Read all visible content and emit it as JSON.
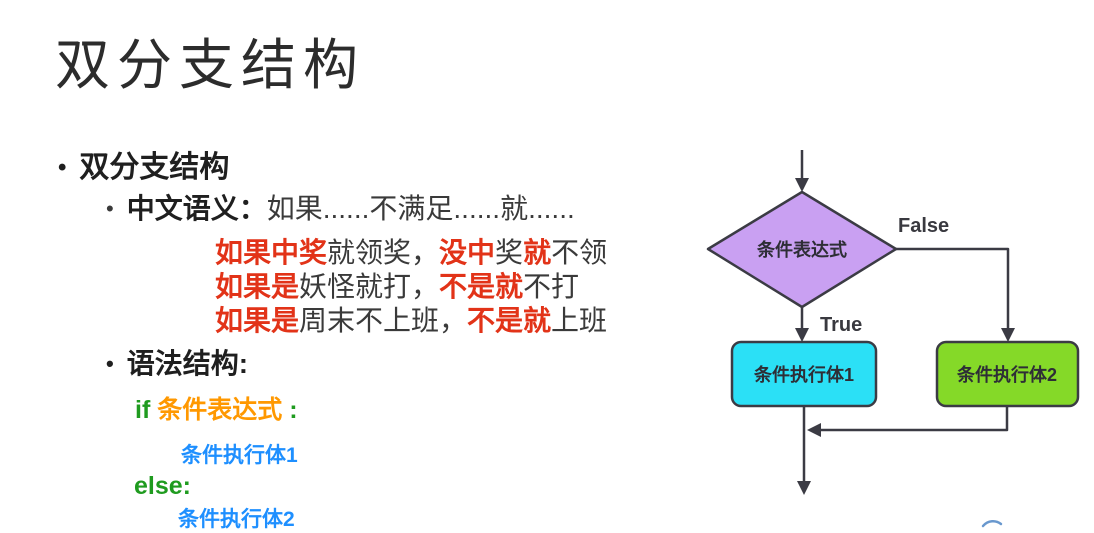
{
  "colors": {
    "title_text": "#2c2c2c",
    "body_text": "#3a3a3a",
    "emphasis_red": "#e23318",
    "keyword_green": "#1f9b1f",
    "condition_orange": "#ff9800",
    "exec_blue": "#1e8fff",
    "diamond_fill": "#c9a0f2",
    "box1_fill": "#2be0f6",
    "box2_fill": "#85d928",
    "flow_line": "#3b3b44",
    "flow_text": "#39393f",
    "watermark_blue": "#4f86c6"
  },
  "header": {
    "title": "双分支结构"
  },
  "outline": {
    "bullet_glyph": "•",
    "item1": "双分支结构",
    "item2": {
      "label": "中文语义：",
      "text": "如果......不满足......就......"
    },
    "examples": [
      {
        "segments": [
          {
            "text": "如果中奖"
          },
          {
            "text": "就领奖，"
          },
          {
            "text": "没中"
          },
          {
            "text": "奖"
          },
          {
            "text": "就"
          },
          {
            "text": "不领"
          }
        ]
      },
      {
        "segments": [
          {
            "text": "如果是"
          },
          {
            "text": "妖怪就打，"
          },
          {
            "text": "不是就"
          },
          {
            "text": "不打"
          }
        ]
      },
      {
        "segments": [
          {
            "text": "如果是"
          },
          {
            "text": "周末不上班，"
          },
          {
            "text": "不是就"
          },
          {
            "text": "上班"
          }
        ]
      }
    ],
    "item3": "语法结构:"
  },
  "code": {
    "if_keyword": "if",
    "condition": "条件表达式",
    "colon": ":",
    "exec1": "条件执行体1",
    "else_keyword": "else:",
    "exec2": "条件执行体2"
  },
  "flowchart": {
    "condition": "条件表达式",
    "false_label": "False",
    "true_label": "True",
    "exec1": "条件执行体1",
    "exec2": "条件执行体2"
  }
}
